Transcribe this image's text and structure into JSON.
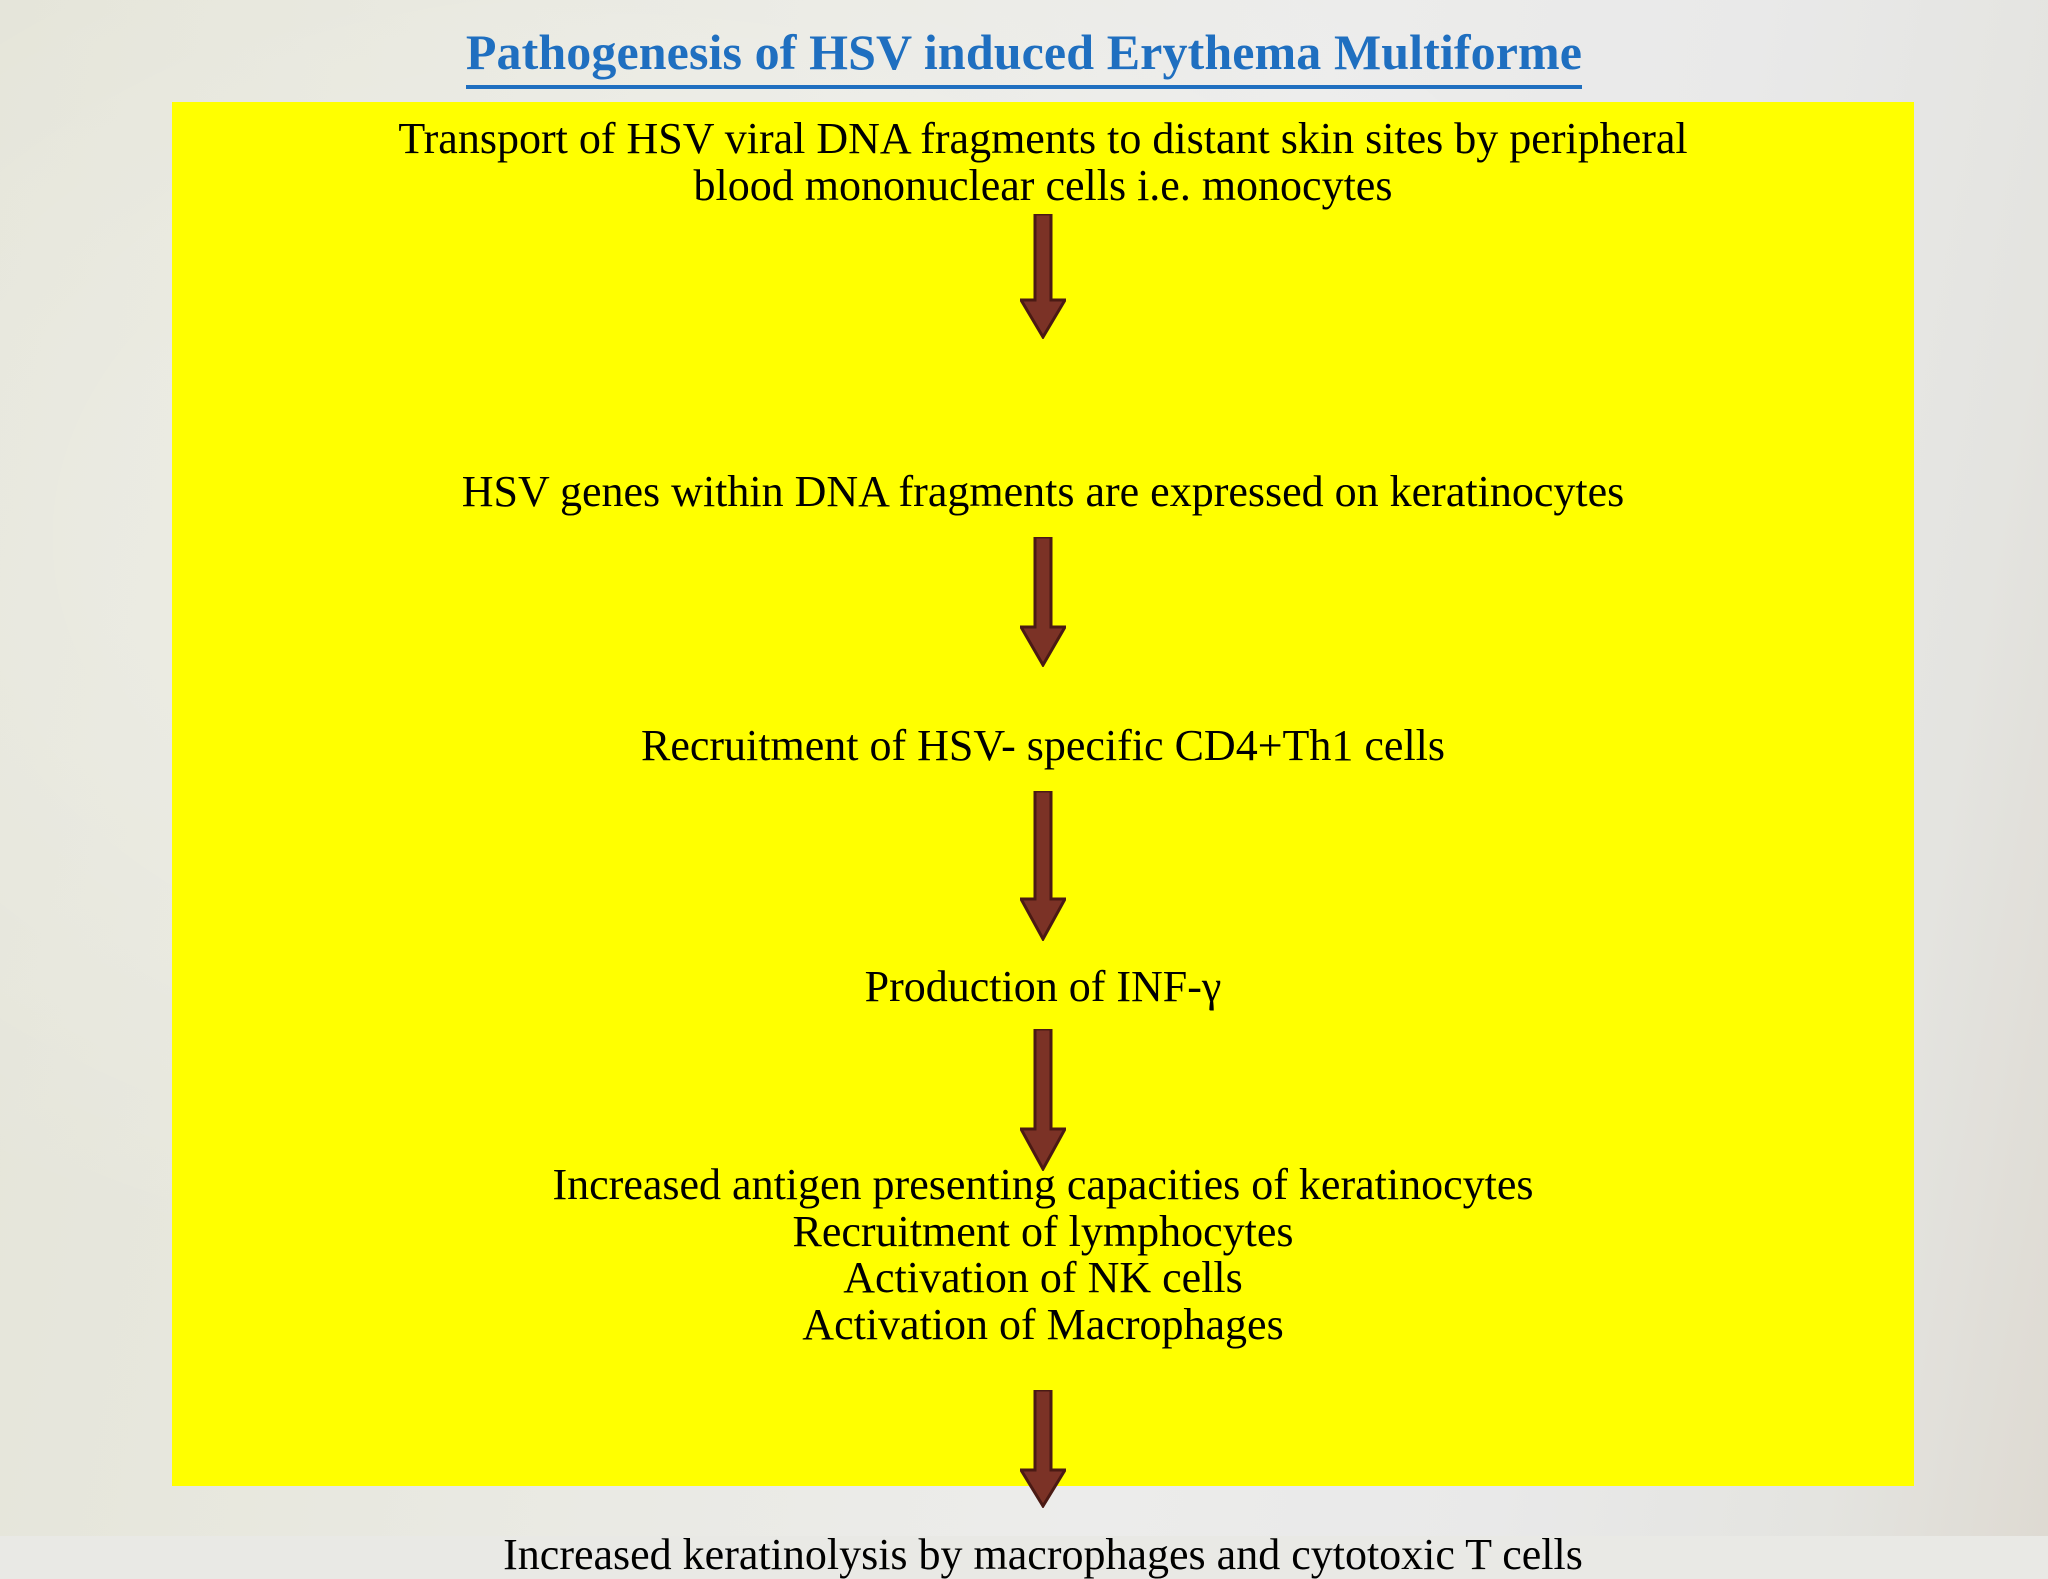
{
  "slide": {
    "title": "Pathogenesis of HSV induced Erythema Multiforme",
    "title_color": "#1f6fc0",
    "panel_color": "#ffff00",
    "background_color": "#e7e7dd",
    "text_color": "#000000",
    "arrow_fill": "#7b3226",
    "arrow_outline": "#4a1a14"
  },
  "flow": {
    "steps": [
      {
        "id": "step-transport",
        "lines": [
          "Transport of HSV viral DNA fragments to distant skin sites by peripheral",
          "blood mononuclear cells i.e. monocytes"
        ]
      },
      {
        "id": "step-hsv-genes",
        "lines": [
          "HSV genes within DNA fragments are expressed on keratinocytes"
        ]
      },
      {
        "id": "step-recruitment-cd4",
        "lines": [
          "Recruitment of HSV- specific CD4+Th1 cells"
        ]
      },
      {
        "id": "step-production-inf",
        "lines": [
          "Production of INF-γ"
        ]
      },
      {
        "id": "step-increased-antigen",
        "lines": [
          "Increased antigen presenting capacities of keratinocytes",
          "Recruitment of lymphocytes",
          "Activation of NK cells",
          "Activation of Macrophages"
        ]
      },
      {
        "id": "step-increased-keratinolysis",
        "lines": [
          "Increased keratinolysis by macrophages and cytotoxic T cells"
        ]
      }
    ],
    "arrows": [
      {
        "id": "arrow-1",
        "direction": "down"
      },
      {
        "id": "arrow-2",
        "direction": "down"
      },
      {
        "id": "arrow-3",
        "direction": "down"
      },
      {
        "id": "arrow-4",
        "direction": "down"
      },
      {
        "id": "arrow-5",
        "direction": "down"
      }
    ]
  }
}
